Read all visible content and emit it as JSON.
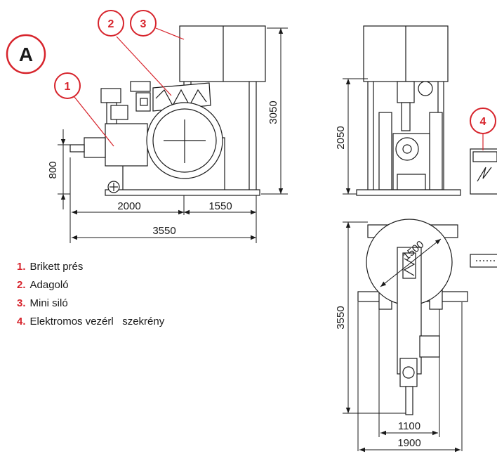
{
  "view_label": "A",
  "callouts": [
    "1",
    "2",
    "3",
    "4"
  ],
  "dimensions": {
    "side_height_total": "3050",
    "side_height_base": "800",
    "side_width_a": "2000",
    "side_width_b": "1550",
    "side_width_total": "3550",
    "front_height": "2050",
    "top_length": "3550",
    "top_diameter": "1500",
    "top_width_inner": "1100",
    "top_width_outer": "1900"
  },
  "legend": [
    {
      "num": "1.",
      "label": "Brikett prés"
    },
    {
      "num": "2.",
      "label": "Adagoló"
    },
    {
      "num": "3.",
      "label": "Mini siló"
    },
    {
      "num": "4.",
      "label": "Elektromos vezérl   szekrény"
    }
  ],
  "colors": {
    "accent": "#d7242c",
    "line": "#1a1a1a",
    "fill": "#ffffff"
  }
}
